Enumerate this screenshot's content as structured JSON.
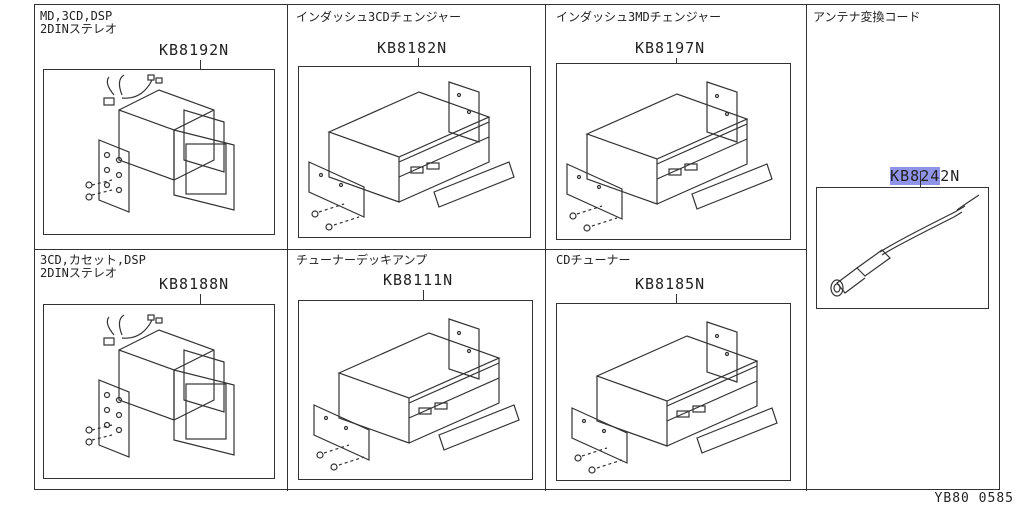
{
  "cells": [
    {
      "label_lines": [
        "MD,3CD,DSP",
        "2DINステレオ"
      ],
      "part_no": "KB8192N"
    },
    {
      "label_lines": [
        "インダッシュ3CDチェンジャー"
      ],
      "part_no": "KB8182N"
    },
    {
      "label_lines": [
        "インダッシュ3MDチェンジャー"
      ],
      "part_no": "KB8197N"
    },
    {
      "label_lines": [
        "アンテナ変換コード"
      ],
      "part_no_highlight": "KB824",
      "part_no_rest": "2N"
    },
    {
      "label_lines": [
        "3CD,カセット,DSP",
        "2DINステレオ"
      ],
      "part_no": "KB8188N"
    },
    {
      "label_lines": [
        "チューナーデッキアンプ"
      ],
      "part_no": "KB8111N"
    },
    {
      "label_lines": [
        "CDチューナー"
      ],
      "part_no": "KB8185N"
    }
  ],
  "footer": "YB80 0585",
  "colors": {
    "highlight": "#8f94e6",
    "line": "#333333"
  },
  "icons": [
    "head-unit-2din-icon",
    "cd-changer-icon",
    "antenna-adapter-cable-icon"
  ]
}
